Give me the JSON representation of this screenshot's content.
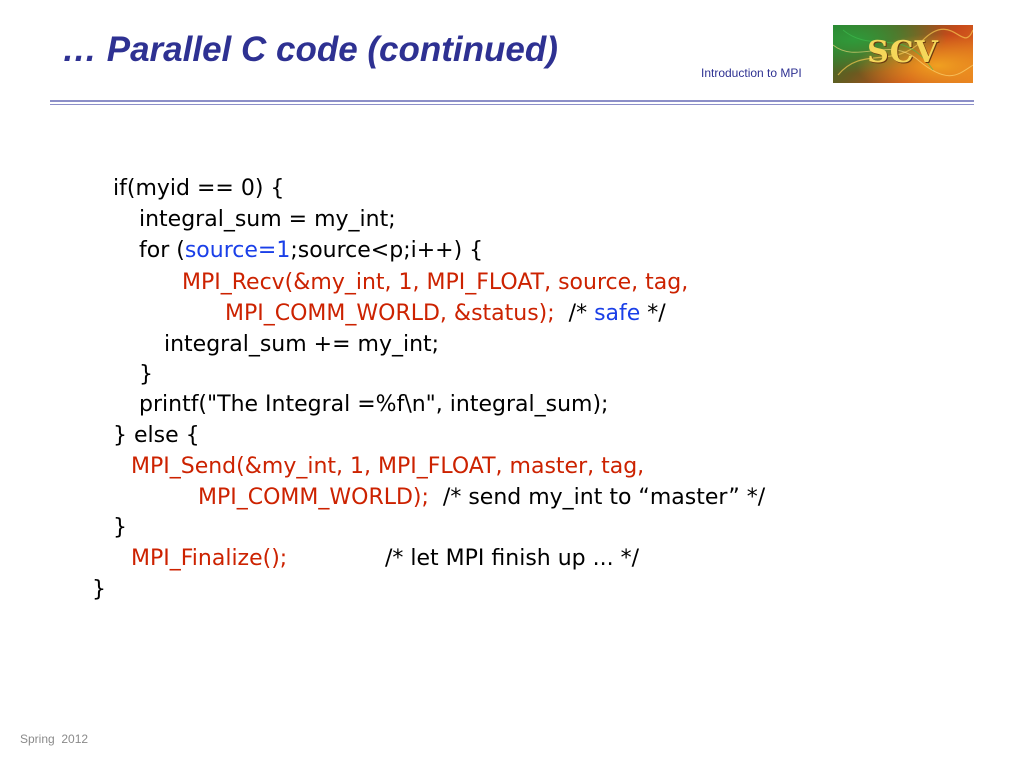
{
  "header": {
    "title": "… Parallel C code (continued)",
    "subtitle": "Introduction to MPI",
    "logo_text": "SCV"
  },
  "code": {
    "l1": "if(myid == 0) {",
    "l2": "integral_sum = my_int;",
    "l3_a": "for (",
    "l3_b": "source=1",
    "l3_c": ";source<p;i++) {",
    "l4": "MPI_Recv(&my_int, 1, MPI_FLOAT, source, tag,",
    "l5_a": "MPI_COMM_WORLD, &status);",
    "l5_b": "  /* ",
    "l5_c": "safe",
    "l5_d": " */",
    "l6": "integral_sum += my_int;",
    "l7": "}",
    "l8": "printf(\"The Integral =%f\\n\", integral_sum);",
    "l9": "} else {",
    "l10": "MPI_Send(&my_int, 1, MPI_FLOAT, master, tag,",
    "l11_a": "MPI_COMM_WORLD);",
    "l11_b": "  /* send my_int to “master” */",
    "l12": "}",
    "l13_a": "MPI_Finalize();",
    "l13_b": "/* let MPI finish up ... */",
    "l14": "}"
  },
  "footer": {
    "text": "Spring  2012"
  },
  "colors": {
    "title": "#2e3192",
    "code_call": "#cc2200",
    "code_highlight": "#1a3fe8"
  }
}
